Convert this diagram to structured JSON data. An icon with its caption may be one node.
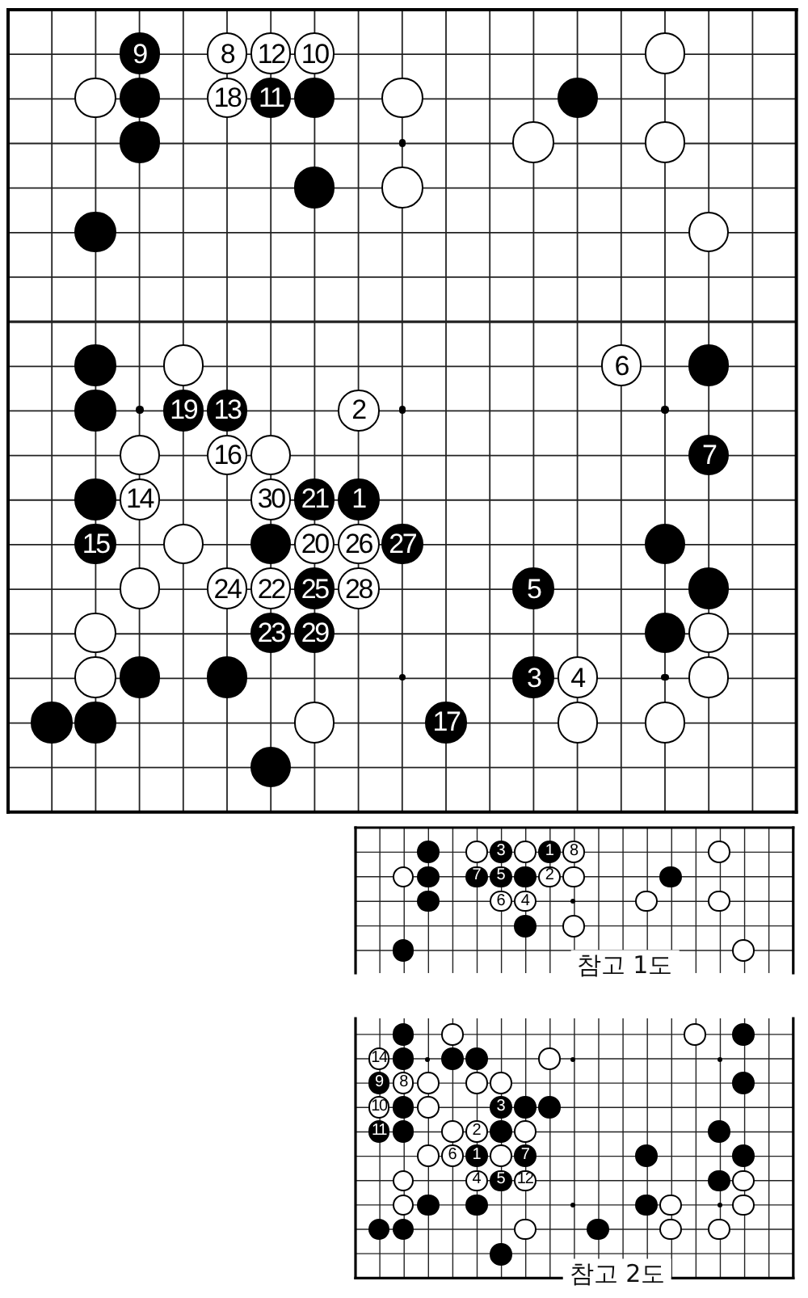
{
  "diagram": {
    "nodes": [
      {
        "text": [],
        "shape": "box"
      },
      {
        "text": [
          "9"
        ],
        "in": 0
      },
      {
        "text": [
          "8"
        ],
        "in": 0
      },
      {
        "text": [
          "12"
        ],
        "in": 0
      },
      {
        "text": [
          "10"
        ],
        "in": 0
      },
      {
        "text": [],
        "shape": "circle",
        "in": 0
      },
      {
        "text": [],
        "shape": "circle",
        "in": 0
      },
      {
        "text": [],
        "shape": "circle",
        "in": 0
      },
      {
        "text": [
          "18"
        ],
        "in": 0
      },
      {
        "text": [
          "11"
        ],
        "in": 0
      },
      {
        "text": [],
        "shape": "circle",
        "in": 0
      },
      {
        "text": [],
        "shape": "circle",
        "in": 0
      },
      {
        "text": [],
        "shape": "circle",
        "in": 0
      },
      {
        "text": [],
        "shape": "circle",
        "in": 0
      },
      {
        "text": [],
        "shape": "circle",
        "in": 0
      },
      {
        "text": [],
        "shape": "circle",
        "in": 0
      },
      {
        "text": [],
        "shape": "circle",
        "in": 0
      },
      {
        "text": [],
        "shape": "circle",
        "in": 0
      },
      {
        "text": [],
        "shape": "circle",
        "in": 0
      },
      {
        "text": [],
        "shape": "circle",
        "in": 0
      },
      {
        "text": [],
        "shape": "circle",
        "in": 0
      },
      {
        "text": [],
        "shape": "circle",
        "in": 0
      },
      {
        "text": [
          "6"
        ],
        "in": 0
      },
      {
        "text": [],
        "shape": "circle",
        "in": 0
      },
      {
        "text": [],
        "shape": "circle",
        "in": 0
      },
      {
        "text": [
          "19"
        ],
        "in": 0
      },
      {
        "text": [
          "13"
        ],
        "in": 0
      },
      {
        "text": [
          "2"
        ],
        "in": 0
      },
      {
        "text": [],
        "shape": "circle",
        "in": 0
      },
      {
        "text": [
          "16"
        ],
        "in": 0
      },
      {
        "text": [],
        "shape": "circle",
        "in": 0
      },
      {
        "text": [
          "7"
        ],
        "in": 0
      },
      {
        "text": [],
        "shape": "circle",
        "in": 0
      },
      {
        "text": [
          "14"
        ],
        "in": 0
      },
      {
        "text": [
          "30"
        ],
        "in": 0
      },
      {
        "text": [
          "21"
        ],
        "in": 0
      },
      {
        "text": [
          "1"
        ],
        "in": 0
      },
      {
        "text": [
          "15"
        ],
        "in": 0
      },
      {
        "text": [],
        "shape": "circle",
        "in": 0
      },
      {
        "text": [],
        "shape": "circle",
        "in": 0
      },
      {
        "text": [
          "20"
        ],
        "in": 0
      },
      {
        "text": [
          "26"
        ],
        "in": 0
      },
      {
        "text": [
          "27"
        ],
        "in": 0
      },
      {
        "text": [],
        "shape": "circle",
        "in": 0
      },
      {
        "text": [],
        "shape": "circle",
        "in": 0
      },
      {
        "text": [
          "24"
        ],
        "in": 0
      },
      {
        "text": [
          "22"
        ],
        "in": 0
      },
      {
        "text": [
          "25"
        ],
        "in": 0
      },
      {
        "text": [
          "28"
        ],
        "in": 0
      },
      {
        "text": [
          "5"
        ],
        "in": 0
      },
      {
        "text": [],
        "shape": "circle",
        "in": 0
      },
      {
        "text": [],
        "shape": "circle",
        "in": 0
      },
      {
        "text": [
          "23"
        ],
        "in": 0
      },
      {
        "text": [
          "29"
        ],
        "in": 0
      },
      {
        "text": [],
        "shape": "circle",
        "in": 0
      },
      {
        "text": [],
        "shape": "circle",
        "in": 0
      },
      {
        "text": [],
        "shape": "circle",
        "in": 0
      },
      {
        "text": [],
        "shape": "circle",
        "in": 0
      },
      {
        "text": [],
        "shape": "circle",
        "in": 0
      },
      {
        "text": [
          "3"
        ],
        "in": 0
      },
      {
        "text": [
          "4"
        ],
        "in": 0
      },
      {
        "text": [],
        "shape": "circle",
        "in": 0
      },
      {
        "text": [],
        "shape": "circle",
        "in": 0
      },
      {
        "text": [],
        "shape": "circle",
        "in": 0
      },
      {
        "text": [],
        "shape": "circle",
        "in": 0
      },
      {
        "text": [
          "17"
        ],
        "in": 0
      },
      {
        "text": [],
        "shape": "circle",
        "in": 0
      },
      {
        "text": [],
        "shape": "circle",
        "in": 0
      },
      {
        "text": [],
        "shape": "circle",
        "in": 0
      },
      {
        "text": [
          "참고 1도"
        ]
      },
      {
        "text": [],
        "shape": "circle",
        "in": 69
      },
      {
        "text": [],
        "shape": "circle",
        "in": 69
      },
      {
        "text": [
          "3"
        ],
        "in": 69
      },
      {
        "text": [],
        "shape": "circle",
        "in": 69
      },
      {
        "text": [
          "1"
        ],
        "in": 69
      },
      {
        "text": [
          "8"
        ],
        "in": 69
      },
      {
        "text": [],
        "shape": "circle",
        "in": 69
      },
      {
        "text": [],
        "shape": "circle",
        "in": 69
      },
      {
        "text": [],
        "shape": "circle",
        "in": 69
      },
      {
        "text": [
          "7"
        ],
        "in": 69
      },
      {
        "text": [
          "5"
        ],
        "in": 69
      },
      {
        "text": [],
        "shape": "circle",
        "in": 69
      },
      {
        "text": [
          "2"
        ],
        "in": 69
      },
      {
        "text": [],
        "shape": "circle",
        "in": 69
      },
      {
        "text": [],
        "shape": "circle",
        "in": 69
      },
      {
        "text": [],
        "shape": "circle",
        "in": 69
      },
      {
        "text": [
          "6"
        ],
        "in": 69
      },
      {
        "text": [
          "4"
        ],
        "in": 69
      },
      {
        "text": [],
        "shape": "circle",
        "in": 69
      },
      {
        "text": [],
        "shape": "circle",
        "in": 69
      },
      {
        "text": [],
        "shape": "circle",
        "in": 69
      },
      {
        "text": [],
        "shape": "circle",
        "in": 69
      },
      {
        "text": [],
        "shape": "circle",
        "in": 69
      },
      {
        "text": [],
        "shape": "circle",
        "in": 69
      },
      {
        "text": [
          "참고 2도"
        ]
      },
      {
        "text": [],
        "shape": "circle",
        "in": 94
      },
      {
        "text": [],
        "shape": "circle",
        "in": 94
      },
      {
        "text": [],
        "shape": "circle",
        "in": 94
      },
      {
        "text": [],
        "shape": "circle",
        "in": 94
      },
      {
        "text": [
          "14"
        ],
        "in": 94
      },
      {
        "text": [],
        "shape": "circle",
        "in": 94
      },
      {
        "text": [],
        "shape": "circle",
        "in": 94
      },
      {
        "text": [],
        "shape": "circle",
        "in": 94
      },
      {
        "text": [],
        "shape": "circle",
        "in": 94
      },
      {
        "text": [
          "9"
        ],
        "in": 94
      },
      {
        "text": [
          "8"
        ],
        "in": 94
      },
      {
        "text": [],
        "shape": "circle",
        "in": 94
      },
      {
        "text": [],
        "shape": "circle",
        "in": 94
      },
      {
        "text": [],
        "shape": "circle",
        "in": 94
      },
      {
        "text": [],
        "shape": "circle",
        "in": 94
      },
      {
        "text": [
          "10"
        ],
        "in": 94
      },
      {
        "text": [],
        "shape": "circle",
        "in": 94
      },
      {
        "text": [],
        "shape": "circle",
        "in": 94
      },
      {
        "text": [
          "3"
        ],
        "in": 94
      },
      {
        "text": [],
        "shape": "circle",
        "in": 94
      },
      {
        "text": [],
        "shape": "circle",
        "in": 94
      },
      {
        "text": [
          "11"
        ],
        "in": 94
      },
      {
        "text": [],
        "shape": "circle",
        "in": 94
      },
      {
        "text": [],
        "shape": "circle",
        "in": 94
      },
      {
        "text": [
          "2"
        ],
        "in": 94
      },
      {
        "text": [],
        "shape": "circle",
        "in": 94
      },
      {
        "text": [],
        "shape": "circle",
        "in": 94
      },
      {
        "text": [],
        "shape": "circle",
        "in": 94
      },
      {
        "text": [],
        "shape": "circle",
        "in": 94
      },
      {
        "text": [
          "6"
        ],
        "in": 94
      },
      {
        "text": [
          "1"
        ],
        "in": 94
      },
      {
        "text": [],
        "shape": "circle",
        "in": 94
      },
      {
        "text": [
          "7"
        ],
        "in": 94
      },
      {
        "text": [],
        "shape": "circle",
        "in": 94
      },
      {
        "text": [],
        "shape": "circle",
        "in": 94
      },
      {
        "text": [],
        "shape": "circle",
        "in": 94
      },
      {
        "text": [
          "4"
        ],
        "in": 94
      },
      {
        "text": [
          "5"
        ],
        "in": 94
      },
      {
        "text": [
          "12"
        ],
        "in": 94
      },
      {
        "text": [],
        "shape": "circle",
        "in": 94
      },
      {
        "text": [],
        "shape": "circle",
        "in": 94
      },
      {
        "text": [],
        "shape": "circle",
        "in": 94
      },
      {
        "text": [],
        "shape": "circle",
        "in": 94
      },
      {
        "text": [],
        "shape": "circle",
        "in": 94
      },
      {
        "text": [],
        "shape": "circle",
        "in": 94
      },
      {
        "text": [],
        "shape": "circle",
        "in": 94
      },
      {
        "text": [],
        "shape": "circle",
        "in": 94
      },
      {
        "text": [],
        "shape": "circle",
        "in": 94
      },
      {
        "text": [],
        "shape": "circle",
        "in": 94
      },
      {
        "text": [],
        "shape": "circle",
        "in": 94
      },
      {
        "text": [],
        "shape": "circle",
        "in": 94
      },
      {
        "text": [],
        "shape": "circle",
        "in": 94
      },
      {
        "text": [],
        "shape": "circle",
        "in": 94
      },
      {
        "text": [],
        "shape": "circle",
        "in": 94
      }
    ]
  }
}
